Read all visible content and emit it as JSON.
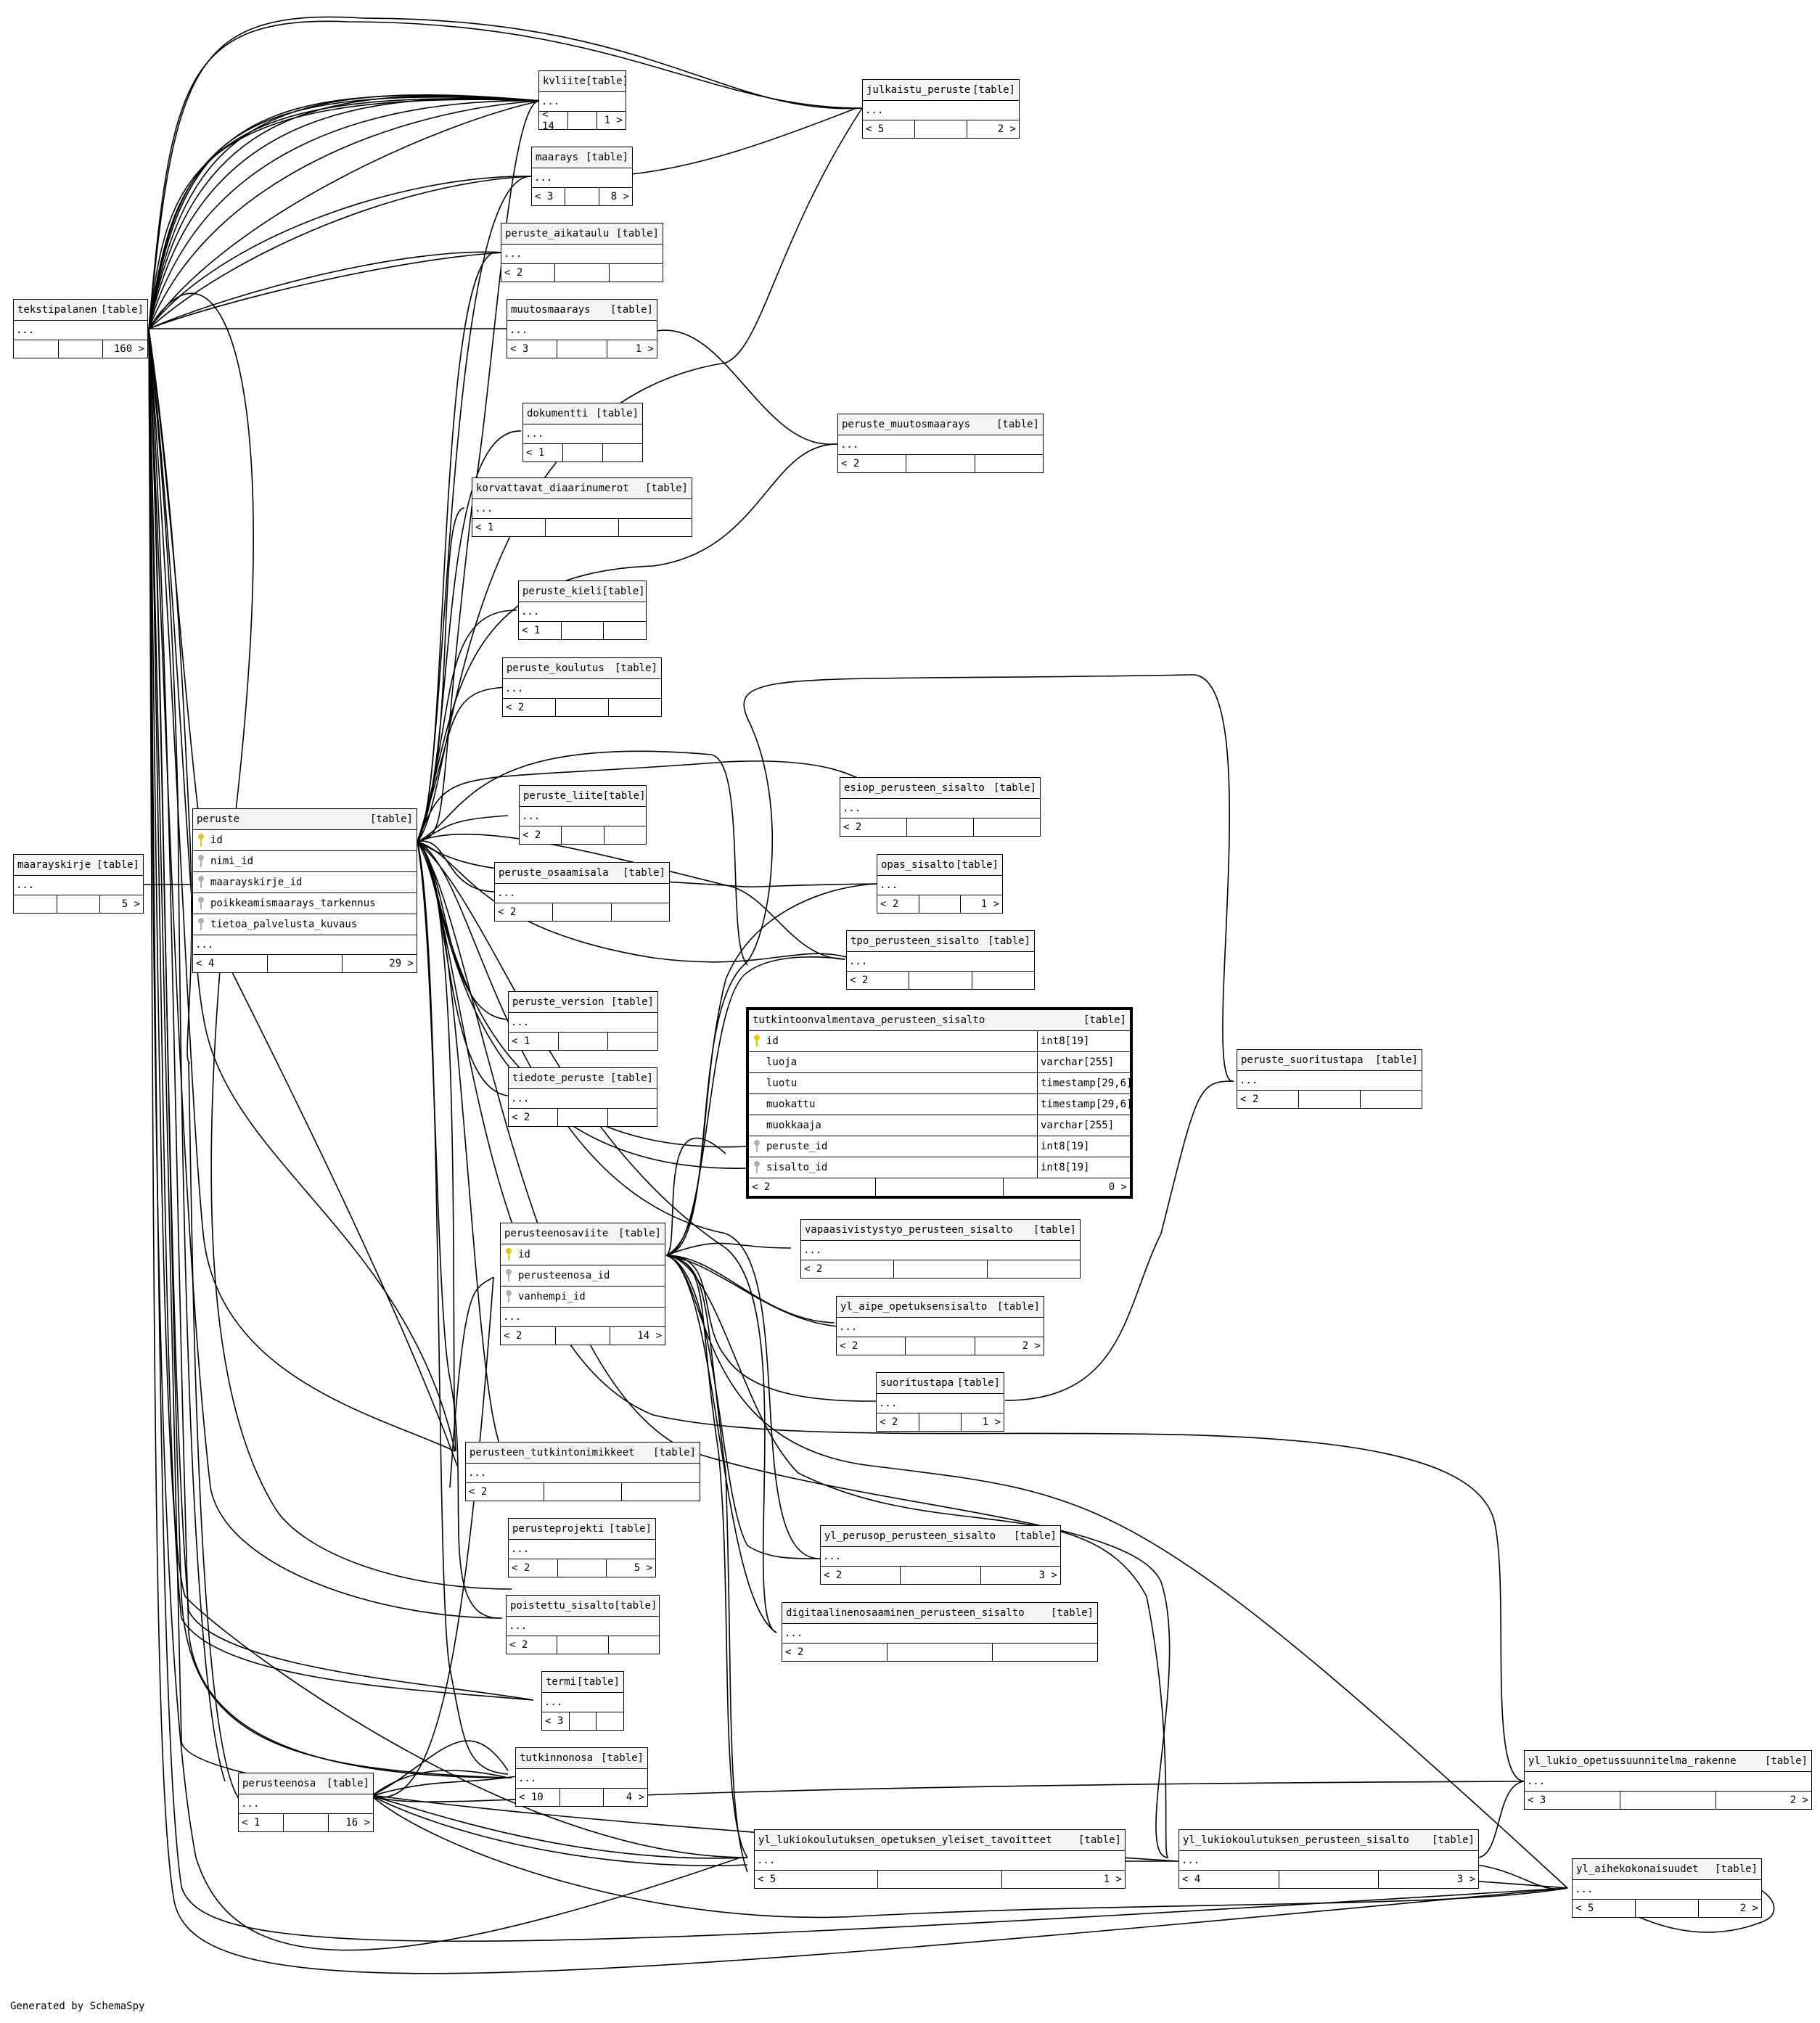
{
  "footer": "Generated by SchemaSpy",
  "type_tag": "[table]",
  "tables": {
    "kvliite": {
      "name": "kvliite",
      "dots": "...",
      "footer": [
        "< 14",
        "",
        "1 >"
      ]
    },
    "julkaistu_peruste": {
      "name": "julkaistu_peruste",
      "dots": "...",
      "footer": [
        "< 5",
        "",
        "2 >"
      ]
    },
    "maarays": {
      "name": "maarays",
      "dots": "...",
      "footer": [
        "< 3",
        "",
        "8 >"
      ]
    },
    "peruste_aikataulu": {
      "name": "peruste_aikataulu",
      "dots": "...",
      "footer": [
        "< 2",
        "",
        ""
      ]
    },
    "tekstipalanen": {
      "name": "tekstipalanen",
      "dots": "...",
      "footer": [
        "",
        "",
        "160 >"
      ]
    },
    "muutosmaarays": {
      "name": "muutosmaarays",
      "dots": "...",
      "footer": [
        "< 3",
        "",
        "1 >"
      ]
    },
    "peruste_muutosmaarays": {
      "name": "peruste_muutosmaarays",
      "dots": "...",
      "footer": [
        "< 2",
        "",
        ""
      ]
    },
    "dokumentti": {
      "name": "dokumentti",
      "dots": "...",
      "footer": [
        "< 1",
        "",
        ""
      ]
    },
    "korvattavat_diaarinumerot": {
      "name": "korvattavat_diaarinumerot",
      "dots": "...",
      "footer": [
        "< 1",
        "",
        ""
      ]
    },
    "peruste_kieli": {
      "name": "peruste_kieli",
      "dots": "...",
      "footer": [
        "< 1",
        "",
        ""
      ]
    },
    "peruste_koulutus": {
      "name": "peruste_koulutus",
      "dots": "...",
      "footer": [
        "< 2",
        "",
        ""
      ]
    },
    "esiop_perusteen_sisalto": {
      "name": "esiop_perusteen_sisalto",
      "dots": "...",
      "footer": [
        "< 2",
        "",
        ""
      ]
    },
    "peruste_liite": {
      "name": "peruste_liite",
      "dots": "...",
      "footer": [
        "< 2",
        "",
        ""
      ]
    },
    "opas_sisalto": {
      "name": "opas_sisalto",
      "dots": "...",
      "footer": [
        "< 2",
        "",
        "1 >"
      ]
    },
    "maarayskirje": {
      "name": "maarayskirje",
      "dots": "...",
      "footer": [
        "",
        "",
        "5 >"
      ]
    },
    "peruste_osaamisala": {
      "name": "peruste_osaamisala",
      "dots": "...",
      "footer": [
        "< 2",
        "",
        ""
      ]
    },
    "tpo_perusteen_sisalto": {
      "name": "tpo_perusteen_sisalto",
      "dots": "...",
      "footer": [
        "< 2",
        "",
        ""
      ]
    },
    "peruste_version": {
      "name": "peruste_version",
      "dots": "...",
      "footer": [
        "< 1",
        "",
        ""
      ]
    },
    "tiedote_peruste": {
      "name": "tiedote_peruste",
      "dots": "...",
      "footer": [
        "< 2",
        "",
        ""
      ]
    },
    "peruste_suoritustapa": {
      "name": "peruste_suoritustapa",
      "dots": "...",
      "footer": [
        "< 2",
        "",
        ""
      ]
    },
    "vapaasivistystyo_perusteen_sisalto": {
      "name": "vapaasivistystyo_perusteen_sisalto",
      "dots": "...",
      "footer": [
        "< 2",
        "",
        ""
      ]
    },
    "yl_aipe_opetuksensisalto": {
      "name": "yl_aipe_opetuksensisalto",
      "dots": "...",
      "footer": [
        "< 2",
        "",
        "2 >"
      ]
    },
    "suoritustapa": {
      "name": "suoritustapa",
      "dots": "...",
      "footer": [
        "< 2",
        "",
        "1 >"
      ]
    },
    "perusteen_tutkintonimikkeet": {
      "name": "perusteen_tutkintonimikkeet",
      "dots": "...",
      "footer": [
        "< 2",
        "",
        ""
      ]
    },
    "perusteprojekti": {
      "name": "perusteprojekti",
      "dots": "...",
      "footer": [
        "< 2",
        "",
        "5 >"
      ]
    },
    "yl_perusop_perusteen_sisalto": {
      "name": "yl_perusop_perusteen_sisalto",
      "dots": "...",
      "footer": [
        "< 2",
        "",
        "3 >"
      ]
    },
    "poistettu_sisalto": {
      "name": "poistettu_sisalto",
      "dots": "...",
      "footer": [
        "< 2",
        "",
        ""
      ]
    },
    "digitaalinenosaaminen_perusteen_sisalto": {
      "name": "digitaalinenosaaminen_perusteen_sisalto",
      "dots": "...",
      "footer": [
        "< 2",
        "",
        ""
      ]
    },
    "termi": {
      "name": "termi",
      "dots": "...",
      "footer": [
        "< 3",
        "",
        ""
      ]
    },
    "tutkinnonosa": {
      "name": "tutkinnonosa",
      "dots": "...",
      "footer": [
        "< 10",
        "",
        "4 >"
      ]
    },
    "perusteenosa": {
      "name": "perusteenosa",
      "dots": "...",
      "footer": [
        "< 1",
        "",
        "16 >"
      ]
    },
    "yl_lukio_opetussuunnitelma_rakenne": {
      "name": "yl_lukio_opetussuunnitelma_rakenne",
      "dots": "...",
      "footer": [
        "< 3",
        "",
        "2 >"
      ]
    },
    "yl_lukiokoulutuksen_opetuksen_yleiset_tavoitteet": {
      "name": "yl_lukiokoulutuksen_opetuksen_yleiset_tavoitteet",
      "dots": "...",
      "footer": [
        "< 5",
        "",
        "1 >"
      ]
    },
    "yl_lukiokoulutuksen_perusteen_sisalto": {
      "name": "yl_lukiokoulutuksen_perusteen_sisalto",
      "dots": "...",
      "footer": [
        "< 4",
        "",
        "3 >"
      ]
    },
    "yl_aihekokonaisuudet": {
      "name": "yl_aihekokonaisuudet",
      "dots": "...",
      "footer": [
        "< 5",
        "",
        "2 >"
      ]
    },
    "peruste": {
      "name": "peruste",
      "columns": [
        {
          "name": "id",
          "key": "pk"
        },
        {
          "name": "nimi_id",
          "key": "fk"
        },
        {
          "name": "maarayskirje_id",
          "key": "fk"
        },
        {
          "name": "poikkeamismaarays_tarkennus",
          "key": "fk"
        },
        {
          "name": "tietoa_palvelusta_kuvaus",
          "key": "fk"
        }
      ],
      "dots": "...",
      "footer": [
        "< 4",
        "",
        "29 >"
      ]
    },
    "perusteenosaviite": {
      "name": "perusteenosaviite",
      "columns": [
        {
          "name": "id",
          "key": "pk"
        },
        {
          "name": "perusteenosa_id",
          "key": "fk"
        },
        {
          "name": "vanhempi_id",
          "key": "fk"
        }
      ],
      "dots": "...",
      "footer": [
        "< 2",
        "",
        "14 >"
      ]
    },
    "tutkintoonvalmentava_perusteen_sisalto": {
      "name": "tutkintoonvalmentava_perusteen_sisalto",
      "columns": [
        {
          "name": "id",
          "type": "int8[19]",
          "key": "pk"
        },
        {
          "name": "luoja",
          "type": "varchar[255]",
          "key": "none"
        },
        {
          "name": "luotu",
          "type": "timestamp[29,6]",
          "key": "none"
        },
        {
          "name": "muokattu",
          "type": "timestamp[29,6]",
          "key": "none"
        },
        {
          "name": "muokkaaja",
          "type": "varchar[255]",
          "key": "none"
        },
        {
          "name": "peruste_id",
          "type": "int8[19]",
          "key": "fk"
        },
        {
          "name": "sisalto_id",
          "type": "int8[19]",
          "key": "fk"
        }
      ],
      "footer": [
        "< 2",
        "",
        "0 >"
      ]
    }
  }
}
